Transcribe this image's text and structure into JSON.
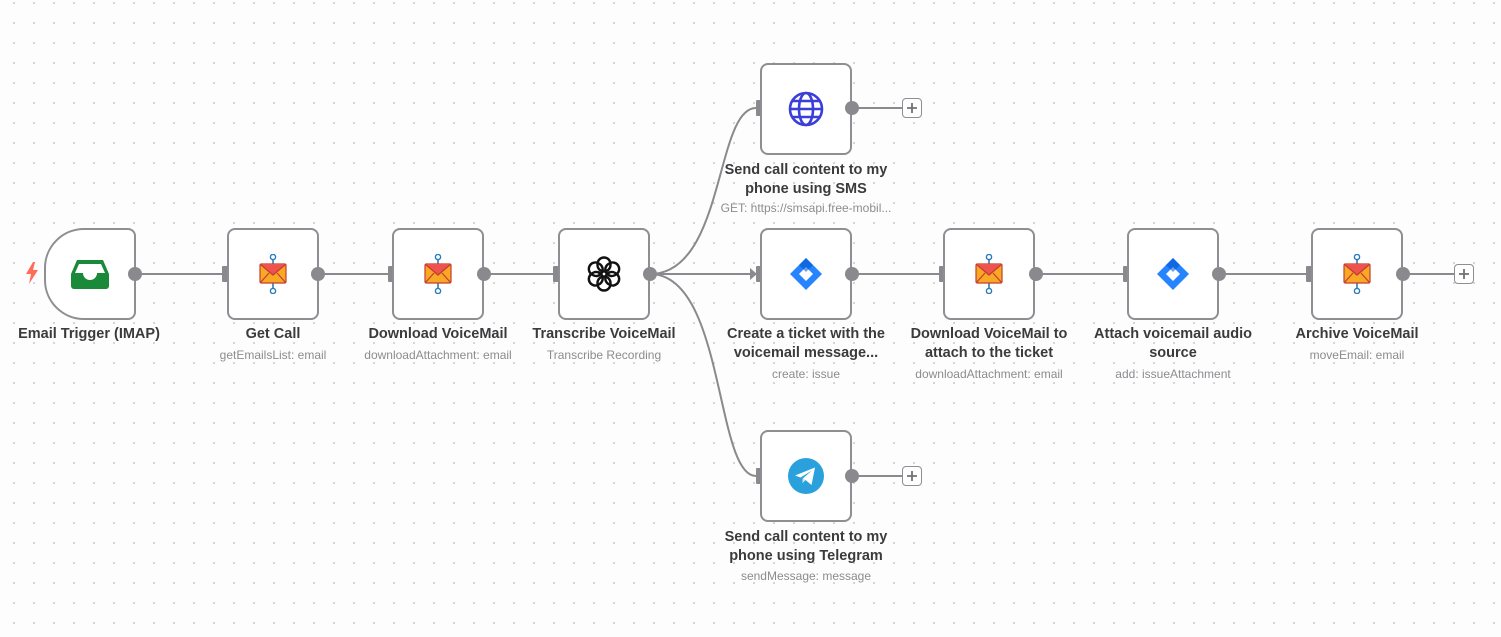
{
  "colors": {
    "edge": "#8a8a8e",
    "node_border": "#8e8e93",
    "trigger_bolt": "#ff6d5a",
    "imap_green": "#1a8a3a",
    "http_blue": "#3b3ed8",
    "jira_blue": "#2684ff",
    "telegram_blue": "#2aa1dd"
  },
  "nodes": {
    "email_trigger": {
      "title": "Email Trigger (IMAP)",
      "subtitle": "",
      "icon": "inbox-icon"
    },
    "get_call": {
      "title": "Get Call",
      "subtitle": "getEmailsList: email",
      "icon": "email-send-icon"
    },
    "download_voicemail": {
      "title": "Download VoiceMail",
      "subtitle": "downloadAttachment: email",
      "icon": "email-send-icon"
    },
    "transcribe": {
      "title": "Transcribe VoiceMail",
      "subtitle": "Transcribe Recording",
      "icon": "openai-icon"
    },
    "send_sms": {
      "title_line1": "Send call content to my",
      "title_line2": "phone using SMS",
      "subtitle": "GET: https://smsapi.free-mobil...",
      "icon": "globe-icon"
    },
    "create_ticket": {
      "title_line1": "Create a ticket with the",
      "title_line2": "voicemail message...",
      "subtitle": "create: issue",
      "icon": "jira-icon"
    },
    "download_attach": {
      "title_line1": "Download VoiceMail to",
      "title_line2": "attach to the ticket",
      "subtitle": "downloadAttachment: email",
      "icon": "email-send-icon"
    },
    "attach_audio": {
      "title_line1": "Attach voicemail audio",
      "title_line2": "source",
      "subtitle": "add: issueAttachment",
      "icon": "jira-icon"
    },
    "archive": {
      "title": "Archive VoiceMail",
      "subtitle": "moveEmail: email",
      "icon": "email-send-icon"
    },
    "send_telegram": {
      "title_line1": "Send call content to my",
      "title_line2": "phone using Telegram",
      "subtitle": "sendMessage: message",
      "icon": "telegram-icon"
    }
  }
}
